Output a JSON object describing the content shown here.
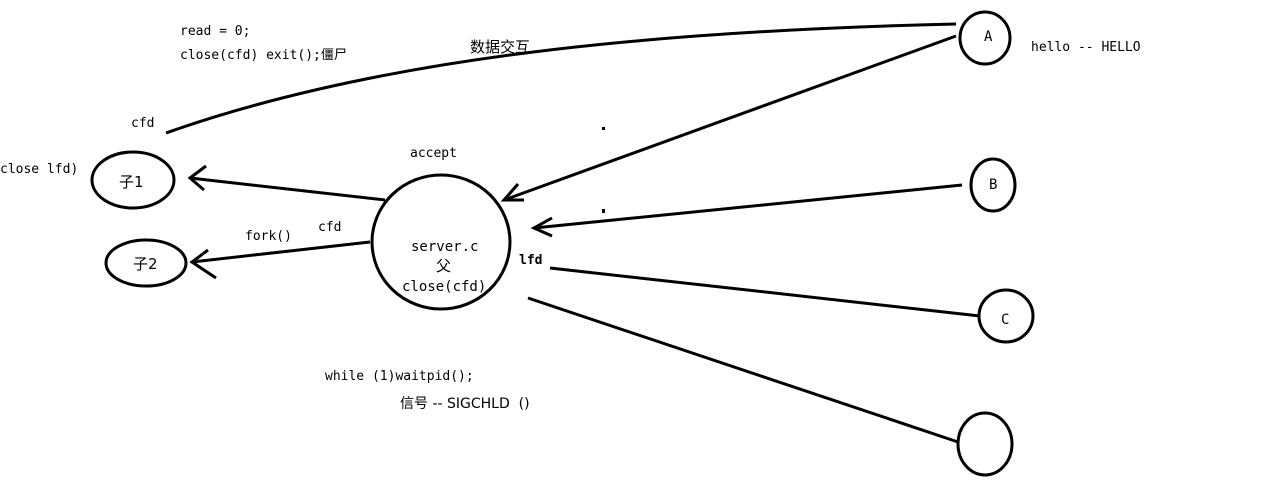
{
  "nodes": {
    "server_line1": "server.c",
    "server_line2": "父",
    "server_line3": "close(cfd)",
    "child1": "子1",
    "child2": "子2",
    "client_a": "A",
    "client_b": "B",
    "client_c": "C",
    "client_d": ""
  },
  "labels": {
    "read_zero": "read = 0;",
    "close_exit": "close(cfd) exit();僵尸",
    "data_exchange": "数据交互",
    "cfd_top": "cfd",
    "close_lfd": "close lfd)",
    "accept": "accept",
    "fork": "fork()",
    "cfd_mid": "cfd",
    "lfd": "lfd",
    "hello": "hello -- HELLO",
    "while_waitpid": "while (1)waitpid();",
    "signal": "信号 -- SIGCHLD  ()"
  },
  "colors": {
    "ink": "#000000",
    "background": "#ffffff"
  }
}
